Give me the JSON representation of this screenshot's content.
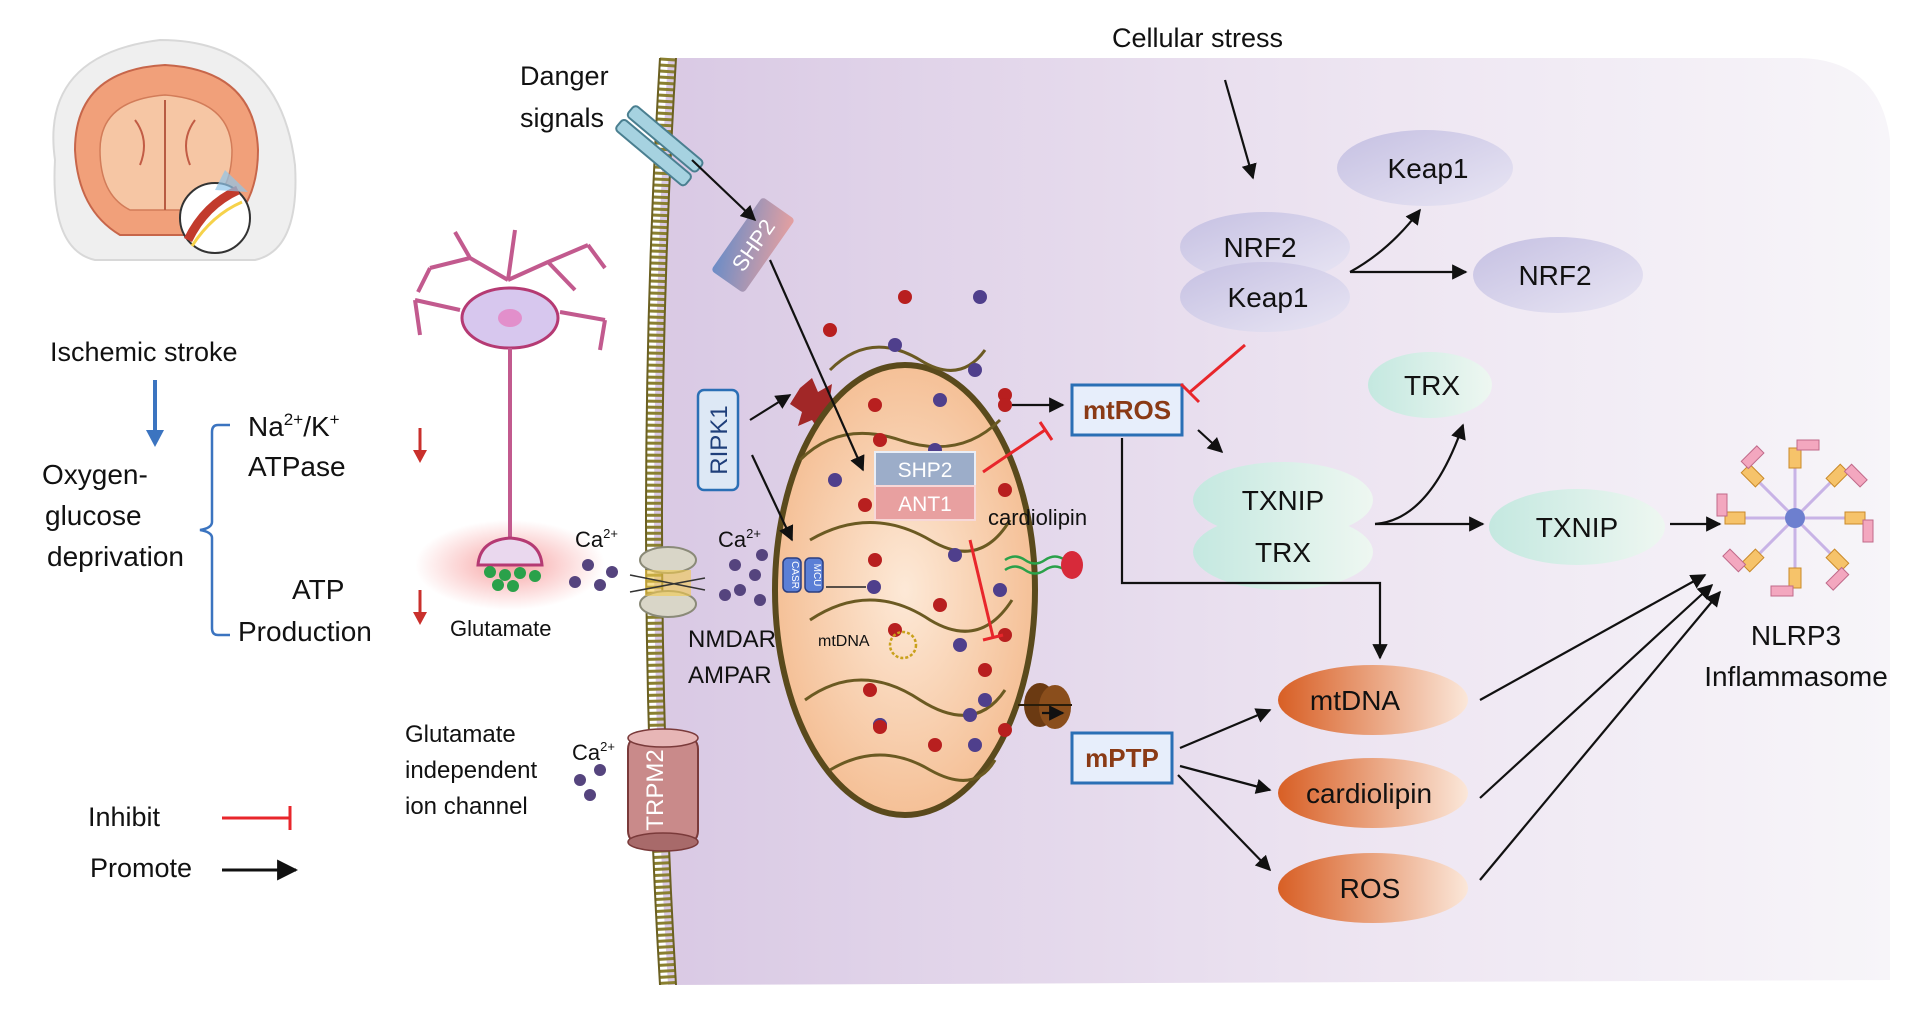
{
  "labels": {
    "ischemic_stroke": "Ischemic stroke",
    "ogd_1": "Oxygen-",
    "ogd_2": "glucose",
    "ogd_3": "deprivation",
    "na_k_base1": "Na",
    "na_k_sup1": "2+",
    "na_k_base2": "/K",
    "na_k_sup2": "+",
    "atpase": "ATPase",
    "atp": "ATP",
    "production": "Production",
    "glutamate": "Glutamate",
    "ca_base": "Ca",
    "ca_sup": "2+",
    "danger_1": "Danger",
    "danger_2": "signals",
    "cellular_stress": "Cellular stress",
    "shp2": "SHP2",
    "ant1": "ANT1",
    "ripk1": "RIPK1",
    "casr": "CASR",
    "mcu": "MCU",
    "nmdar": "NMDAR",
    "ampar": "AMPAR",
    "mtdna_small": "mtDNA",
    "cardiolipin_small": "cardiolipin",
    "glut_indep_1": "Glutamate",
    "glut_indep_2": "independent",
    "glut_indep_3": "ion channel",
    "trpm2": "TRPM2",
    "mtros": "mtROS",
    "mptp": "mPTP",
    "nrf2": "NRF2",
    "keap1": "Keap1",
    "txnip": "TXNIP",
    "trx": "TRX",
    "mtdna": "mtDNA",
    "cardiolipin": "cardiolipin",
    "ros": "ROS",
    "nlrp3_1": "NLRP3",
    "nlrp3_2": "Inflammasome",
    "inhibit": "Inhibit",
    "promote": "Promote"
  },
  "colors": {
    "inhibit": "#e8262b",
    "promote": "#111111",
    "cell_fill": "#e7dbee",
    "mito_outer": "#f2b98a",
    "mito_border": "#5a4a1c",
    "orange_node": "#e2733a",
    "blue_box": "#2a6fb5",
    "neuron": "#b53a73"
  }
}
